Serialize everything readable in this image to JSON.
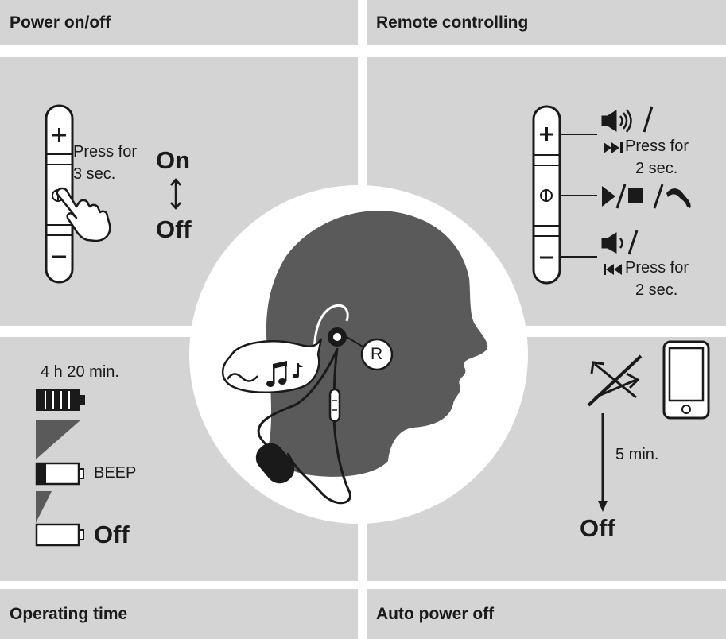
{
  "headers": {
    "power": "Power on/off",
    "remote": "Remote controlling",
    "operating": "Operating time",
    "auto": "Auto power off"
  },
  "power": {
    "press_line1": "Press for",
    "press_line2": "3 sec.",
    "on": "On",
    "off": "Off"
  },
  "remote": {
    "vol_up_press": "Press for",
    "vol_up_sec": "2 sec.",
    "vol_down_press": "Press for",
    "vol_down_sec": "2 sec."
  },
  "center": {
    "ear_label": "R"
  },
  "operating": {
    "time": "4 h 20 min.",
    "beep": "BEEP",
    "off": "Off"
  },
  "auto": {
    "minutes": "5 min.",
    "off": "Off"
  },
  "colors": {
    "panel": "#d4d4d4",
    "head": "#5a5a5a",
    "stroke": "#1a1a1a"
  }
}
